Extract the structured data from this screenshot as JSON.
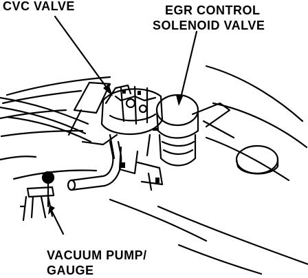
{
  "labels": {
    "cvc_valve": "CVC VALVE",
    "egr_line1": "EGR CONTROL",
    "egr_line2": "SOLENOID VALVE",
    "vacuum_line1": "VACUUM PUMP/",
    "vacuum_line2": "GAUGE"
  },
  "colors": {
    "ink": "#000000",
    "paper": "#ffffff"
  }
}
